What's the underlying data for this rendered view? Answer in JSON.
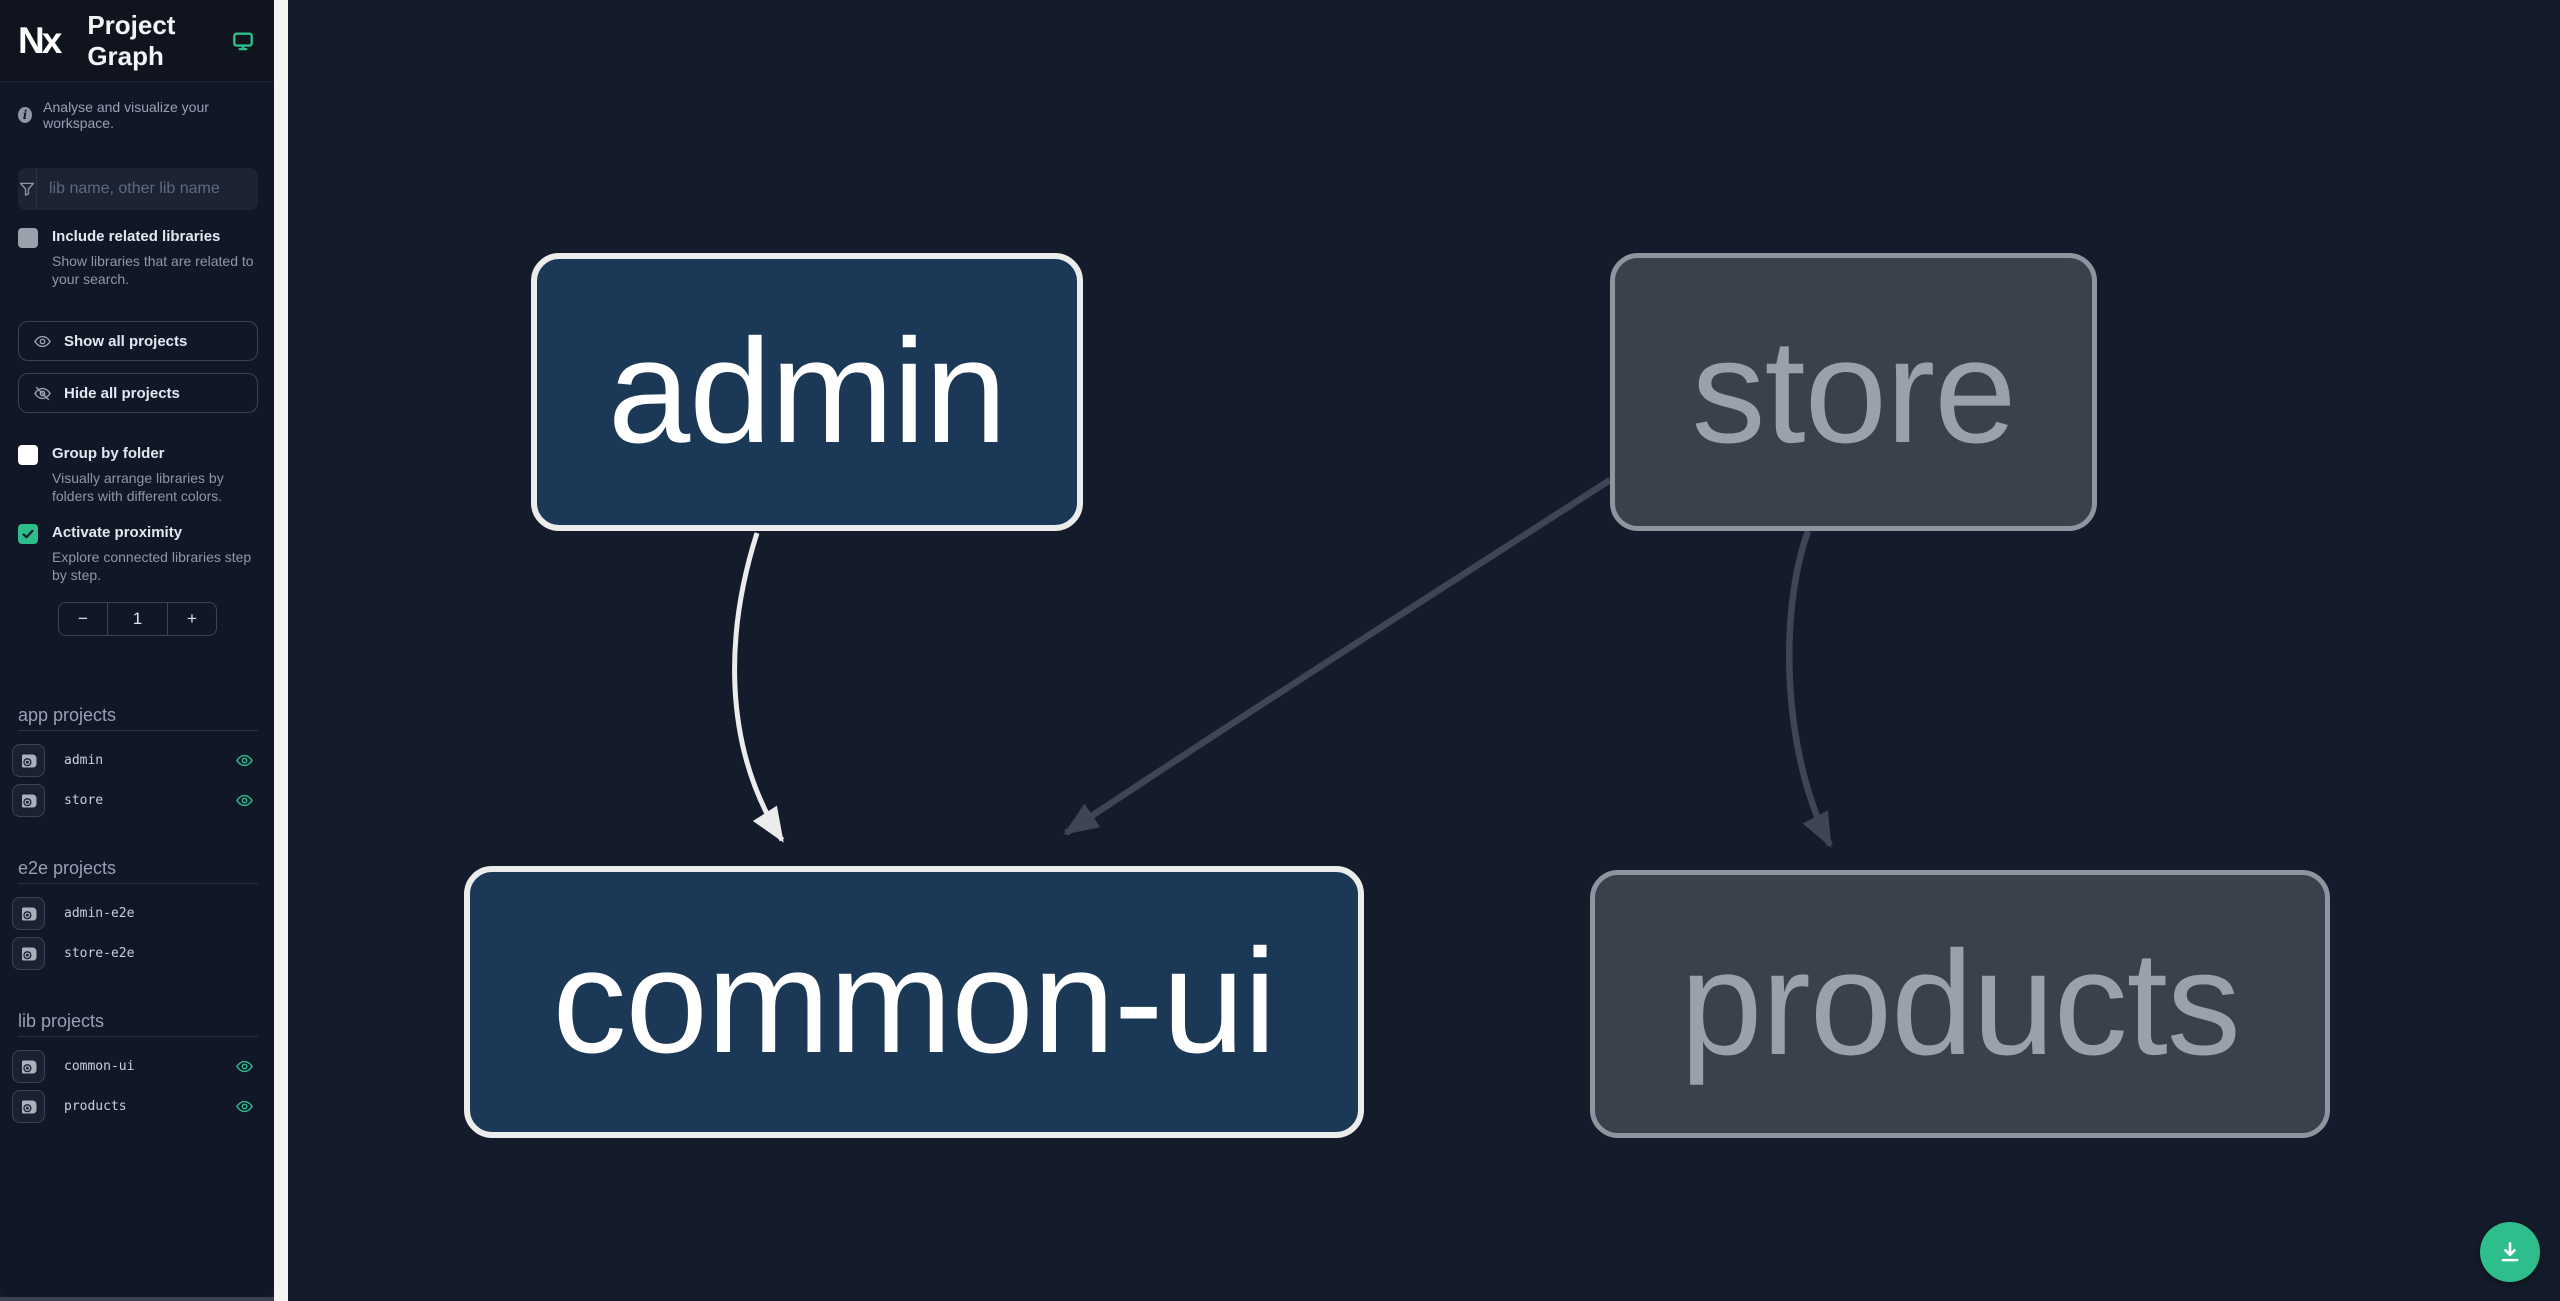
{
  "header": {
    "logo_text": "Nx",
    "title": "Project Graph"
  },
  "sidebar": {
    "tagline": "Analyse and visualize your workspace.",
    "filter": {
      "placeholder": "lib name, other lib name",
      "value": ""
    },
    "include_related": {
      "label": "Include related libraries",
      "description": "Show libraries that are related to your search.",
      "checked": false,
      "disabled": true
    },
    "buttons": {
      "show_all": "Show all projects",
      "hide_all": "Hide all projects"
    },
    "group_by_folder": {
      "label": "Group by folder",
      "description": "Visually arrange libraries by folders with different colors.",
      "checked": false
    },
    "activate_proximity": {
      "label": "Activate proximity",
      "description": "Explore connected libraries step by step.",
      "checked": true
    },
    "proximity": {
      "decrement_label": "−",
      "value": "1",
      "increment_label": "+"
    },
    "sections": [
      {
        "heading": "app projects",
        "items": [
          {
            "name": "admin",
            "visible": true
          },
          {
            "name": "store",
            "visible": true
          }
        ]
      },
      {
        "heading": "e2e projects",
        "items": [
          {
            "name": "admin-e2e",
            "visible": false
          },
          {
            "name": "store-e2e",
            "visible": false
          }
        ]
      },
      {
        "heading": "lib projects",
        "items": [
          {
            "name": "common-ui",
            "visible": true
          },
          {
            "name": "products",
            "visible": true
          }
        ]
      }
    ]
  },
  "graph": {
    "nodes": [
      {
        "id": "admin",
        "label": "admin",
        "style": "focused"
      },
      {
        "id": "store",
        "label": "store",
        "style": "dimmed"
      },
      {
        "id": "common-ui",
        "label": "common-ui",
        "style": "focused"
      },
      {
        "id": "products",
        "label": "products",
        "style": "dimmed"
      }
    ],
    "edges": [
      {
        "source": "admin",
        "target": "common-ui",
        "style": "highlighted"
      },
      {
        "source": "store",
        "target": "common-ui",
        "style": "dimmed"
      },
      {
        "source": "store",
        "target": "products",
        "style": "dimmed"
      }
    ]
  },
  "colors": {
    "accent_green": "#2dbe8c",
    "canvas_background": "#141b2b",
    "sidebar_background": "#111726",
    "node_focused_fill": "#1b3856",
    "node_focused_border": "#ececec",
    "node_focused_text": "#ffffff",
    "node_dimmed_fill": "#3a404c",
    "node_dimmed_border": "#8f949e",
    "node_dimmed_text": "#9aa1ac",
    "edge_highlighted": "#ececec",
    "edge_dimmed": "#3e4656"
  },
  "fab": {
    "action": "download-graph-image"
  }
}
